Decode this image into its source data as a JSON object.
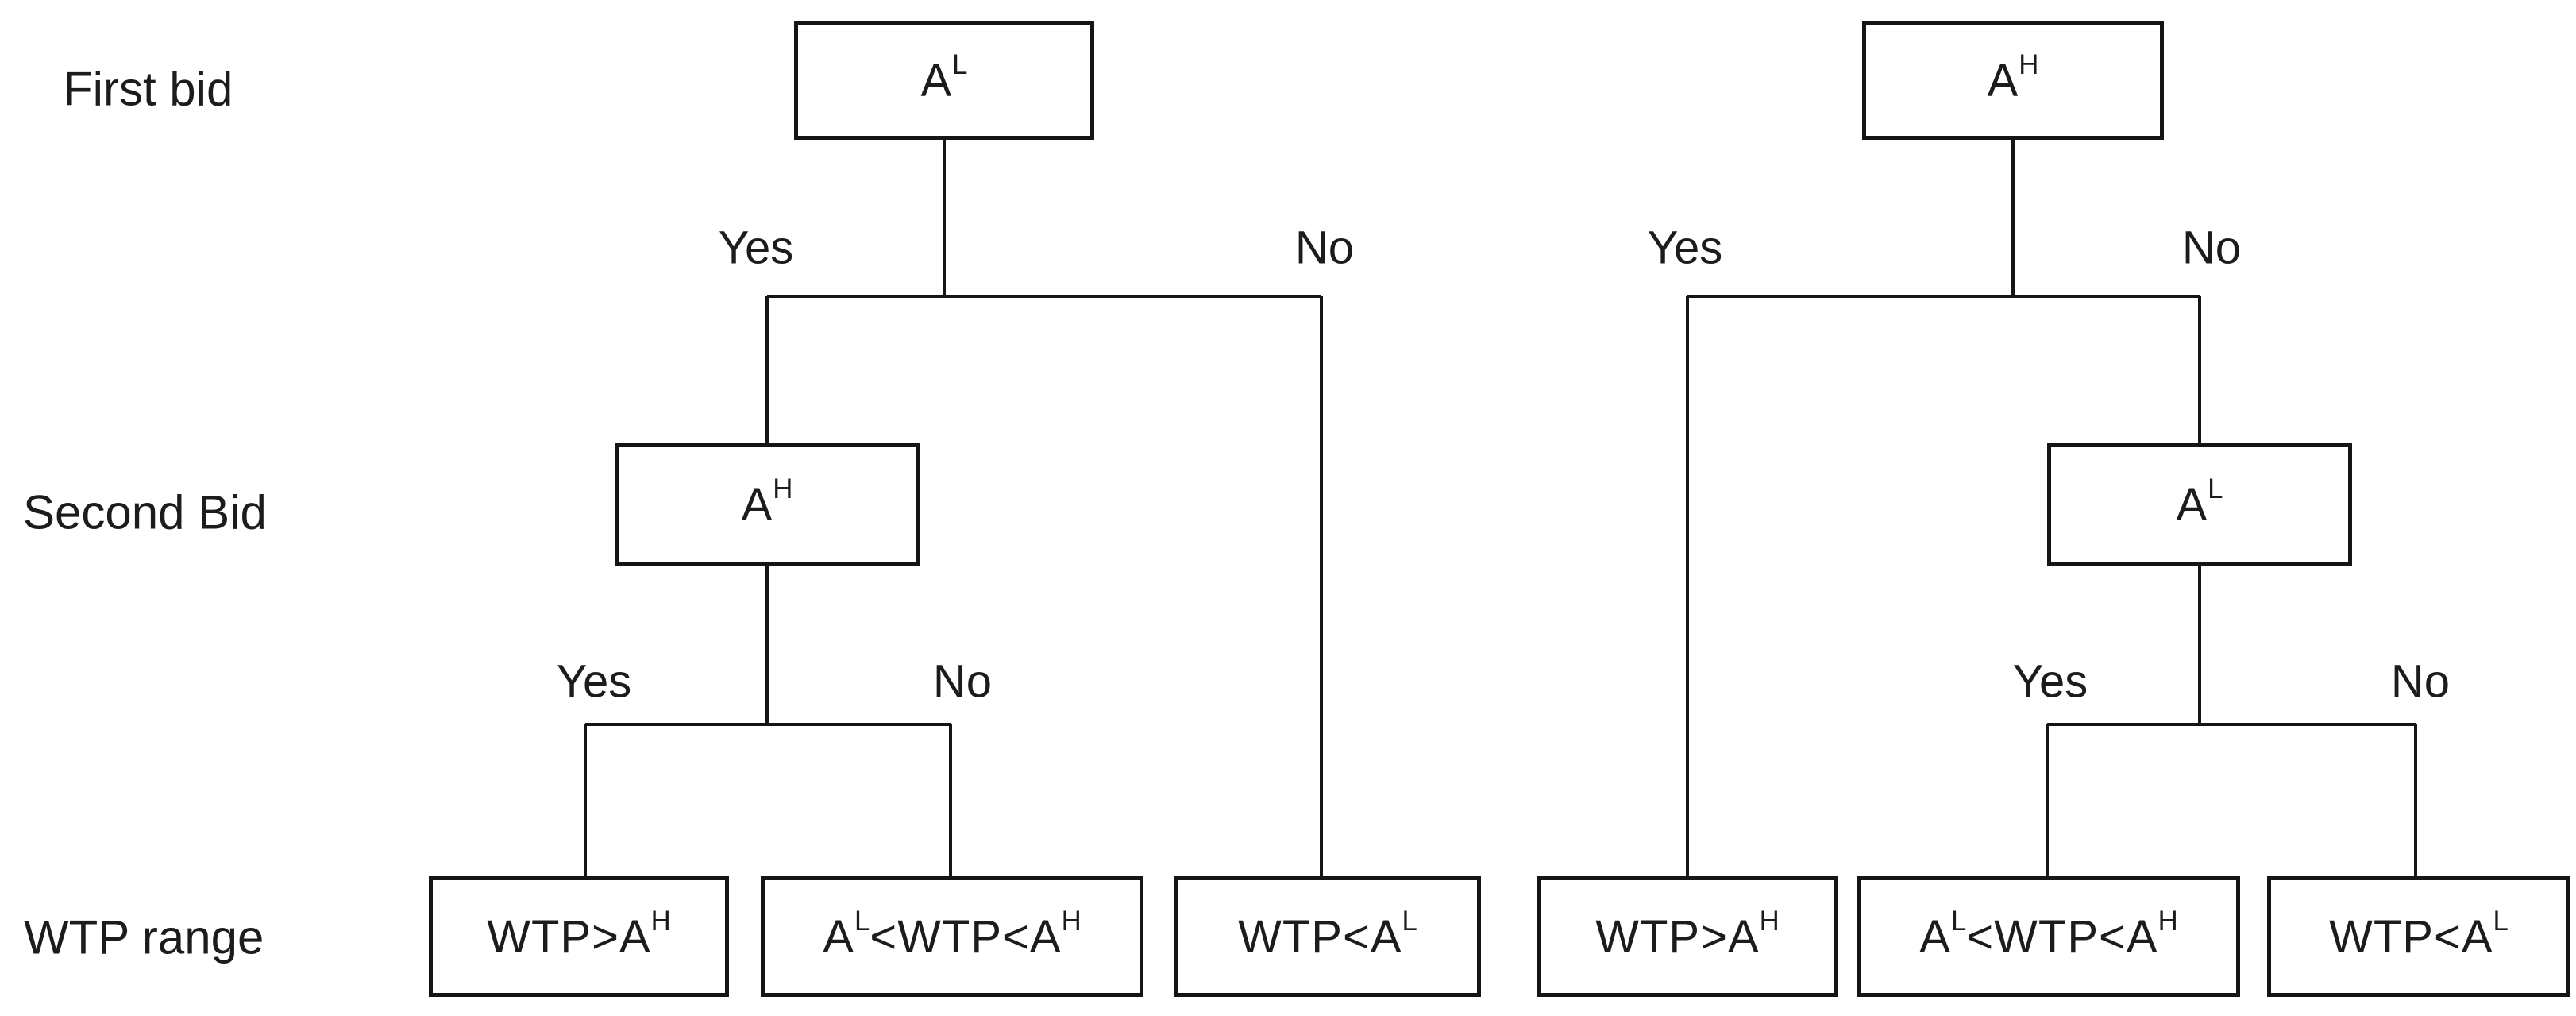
{
  "colors": {
    "background": "#ffffff",
    "line": "#151515",
    "text": "#1c1c1c"
  },
  "row_labels": {
    "first_bid": "First bid",
    "second_bid": "Second Bid",
    "wtp_range": "WTP range"
  },
  "left_tree": {
    "first_bid_amount": [
      {
        "t": "A"
      },
      {
        "t": "L",
        "sup": true
      }
    ],
    "yes_1": "Yes",
    "no_1": "No",
    "second_bid_amount": [
      {
        "t": "A"
      },
      {
        "t": "H",
        "sup": true
      }
    ],
    "yes_2": "Yes",
    "no_2": "No",
    "wtp_yes_yes": [
      {
        "t": "WTP>A"
      },
      {
        "t": "H",
        "sup": true
      }
    ],
    "wtp_yes_no": [
      {
        "t": "A"
      },
      {
        "t": "L",
        "sup": true
      },
      {
        "t": " <WTP<A"
      },
      {
        "t": "H",
        "sup": true
      }
    ],
    "wtp_no": [
      {
        "t": "WTP<A"
      },
      {
        "t": "L",
        "sup": true
      }
    ]
  },
  "right_tree": {
    "first_bid_amount": [
      {
        "t": "A"
      },
      {
        "t": "H",
        "sup": true
      }
    ],
    "yes_1": "Yes",
    "no_1": "No",
    "second_bid_amount": [
      {
        "t": "A"
      },
      {
        "t": "L",
        "sup": true
      }
    ],
    "yes_2": "Yes",
    "no_2": "No",
    "wtp_yes": [
      {
        "t": "WTP>A"
      },
      {
        "t": "H",
        "sup": true
      }
    ],
    "wtp_no_yes": [
      {
        "t": "A"
      },
      {
        "t": "L",
        "sup": true
      },
      {
        "t": " <WTP<A"
      },
      {
        "t": "H",
        "sup": true
      }
    ],
    "wtp_no_no": [
      {
        "t": "WTP<A"
      },
      {
        "t": "L",
        "sup": true
      }
    ]
  }
}
